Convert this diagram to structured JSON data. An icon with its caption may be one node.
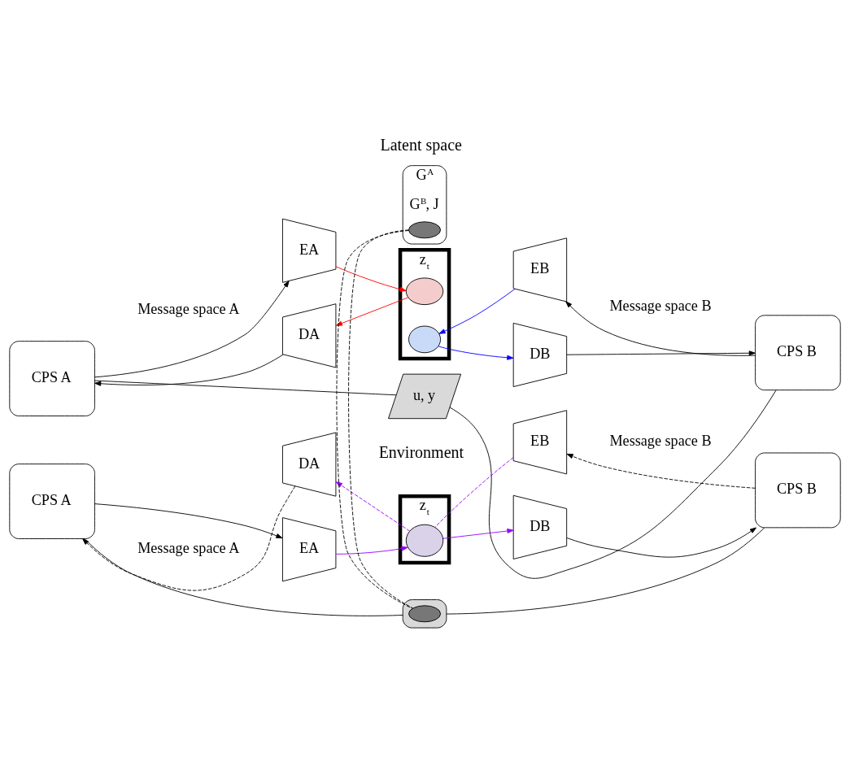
{
  "diagram": {
    "nodes": [
      {
        "text": [
          "CPS A"
        ]
      },
      {
        "text": [
          "EA"
        ]
      },
      {
        "text": [
          "DA"
        ]
      },
      {
        "text": [
          "z$_{t}$"
        ]
      },
      {
        "text": [],
        "shape": "blob",
        "in": 3
      },
      {
        "text": [],
        "shape": "blob",
        "in": 3
      },
      {
        "text": [
          "EB"
        ]
      },
      {
        "text": [
          "DB"
        ]
      },
      {
        "text": [
          "CPS B"
        ]
      },
      {
        "text": [
          "u, y"
        ]
      },
      {
        "text": [
          "CPS A"
        ]
      },
      {
        "text": [
          "EA"
        ]
      },
      {
        "text": [
          "DA"
        ]
      },
      {
        "text": [
          "z$_{t}$"
        ]
      },
      {
        "text": [],
        "shape": "blob",
        "in": 13
      },
      {
        "text": [
          "EB"
        ]
      },
      {
        "text": [
          "DB"
        ]
      },
      {
        "text": [
          "CPS B"
        ]
      },
      {
        "text": [],
        "shape": "parallelogram",
        "beside": [
          "G$^{A}$",
          "G$^{B}$, J"
        ]
      },
      {
        "text": [],
        "shape": "blob",
        "in": 18
      },
      {
        "text": [],
        "shape": "parallelogram"
      },
      {
        "text": [],
        "shape": "blob",
        "in": 20
      }
    ],
    "edges": [
      {
        "from": 0,
        "to": 1,
        "arrow": "to"
      },
      {
        "from": 2,
        "to": 0,
        "arrow": "to"
      },
      {
        "from": 1,
        "to": 4,
        "arrow": "to",
        "color": "#ff0000"
      },
      {
        "from": 4,
        "to": 2,
        "arrow": "to",
        "color": "#ff0000"
      },
      {
        "from": 6,
        "to": 5,
        "arrow": "to",
        "color": "#0000ff"
      },
      {
        "from": 5,
        "to": 7,
        "arrow": "to",
        "color": "#0000ff"
      },
      {
        "from": 7,
        "to": 8,
        "arrow": "to"
      },
      {
        "from": 8,
        "to": 6,
        "arrow": "to"
      },
      {
        "from": 0,
        "to": 9,
        "arrow": "none"
      },
      {
        "from": 8,
        "to": 9,
        "arrow": "none"
      },
      {
        "from": 10,
        "to": 11,
        "arrow": "to"
      },
      {
        "from": 12,
        "to": 10,
        "arrow": "to",
        "style": "dashed"
      },
      {
        "from": 11,
        "to": 14,
        "arrow": "to",
        "color": "#9900ff"
      },
      {
        "from": 15,
        "to": 14,
        "arrow": "none",
        "style": "dashed",
        "color": "#9900ff"
      },
      {
        "from": 14,
        "to": 12,
        "arrow": "to",
        "style": "dashed",
        "color": "#9900ff"
      },
      {
        "from": 14,
        "to": 16,
        "arrow": "to",
        "color": "#9900ff"
      },
      {
        "from": 16,
        "to": 17,
        "arrow": "to"
      },
      {
        "from": 17,
        "to": 15,
        "arrow": "to",
        "style": "dashed"
      },
      {
        "from": 10,
        "to": 20,
        "arrow": "none"
      },
      {
        "from": 17,
        "to": 20,
        "arrow": "none"
      },
      {
        "from": 19,
        "to": 21,
        "arrow": "none",
        "style": "dashed"
      },
      {
        "from": 19,
        "to": 21,
        "arrow": "none",
        "style": "dashed"
      }
    ],
    "labels": [
      "Latent space",
      "Message space A",
      "Message space B",
      "Environment",
      "Message space A",
      "Message space B"
    ]
  }
}
